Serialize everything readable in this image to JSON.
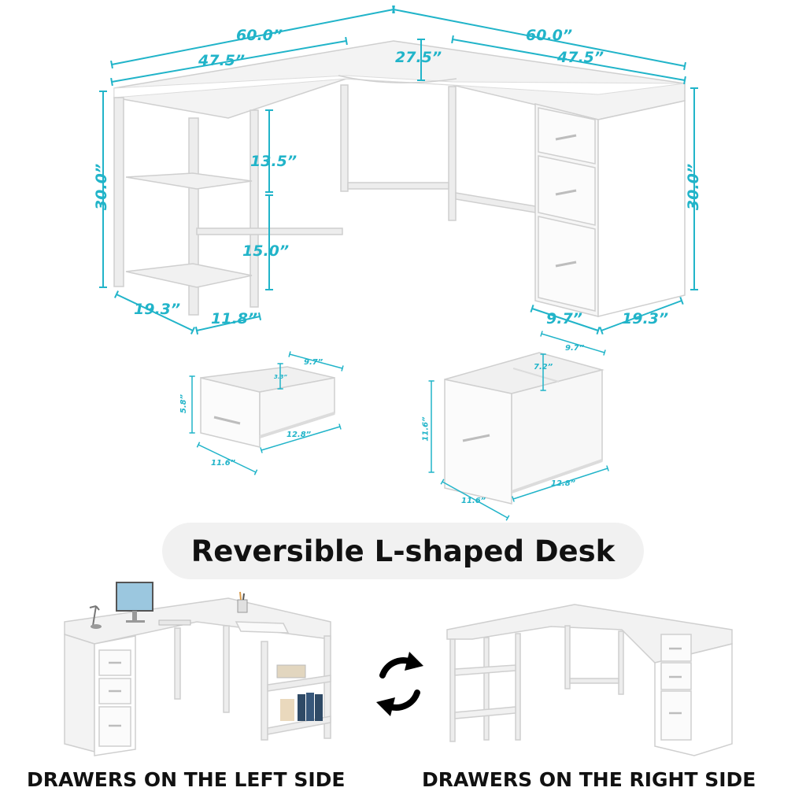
{
  "title": "Reversible L-shaped Desk",
  "captions": {
    "left": "DRAWERS ON THE LEFT SIDE",
    "right": "DRAWERS ON THE RIGHT SIDE"
  },
  "desk_dimensions": {
    "left_total_length": "60.0”",
    "left_inner_length": "47.5”",
    "right_total_length": "60.0”",
    "right_inner_length": "47.5”",
    "corner_depth": "27.5”",
    "left_height": "30.0”",
    "right_height": "30.0”",
    "upper_shelf_gap": "13.5”",
    "lower_shelf_gap": "15.0”",
    "left_depth": "19.3”",
    "shelf_width": "11.8”",
    "cabinet_width": "9.7”",
    "right_depth": "19.3”"
  },
  "small_drawer": {
    "width": "9.7”",
    "inner_height": "3.3”",
    "height": "5.8”",
    "length": "12.8”",
    "front_width": "11.6”"
  },
  "file_drawer": {
    "width": "9.7”",
    "inner_height": "7.2”",
    "height": "11.6”",
    "length": "12.8”",
    "front_width": "11.6”"
  },
  "colors": {
    "dimension": "#21b4c9",
    "frame": "#e3e3e3",
    "outline": "#cfcfcf",
    "banner": "#f1f1f1",
    "text": "#111111"
  },
  "icons": [
    "reverse-arrows-icon",
    "monitor-icon",
    "lamp-icon",
    "pen-holder-icon",
    "binder-icon"
  ]
}
